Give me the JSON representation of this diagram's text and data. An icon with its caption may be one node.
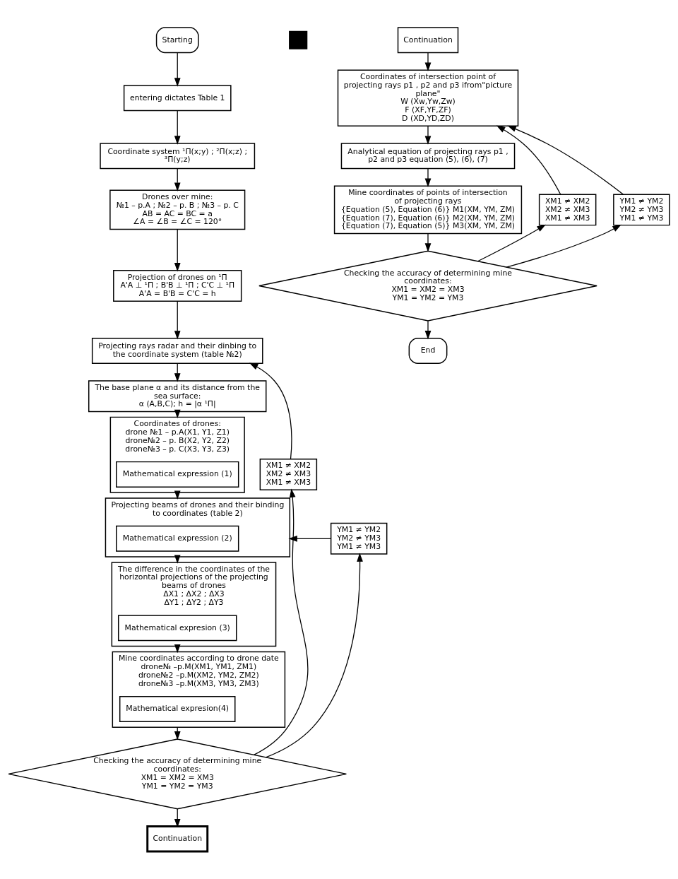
{
  "diagram": {
    "nodes": [
      {
        "text": [
          "Starting"
        ]
      },
      {
        "text": [
          "entering dictates Table 1"
        ]
      },
      {
        "text": [
          "Coordinate system ¹П(x;y) ; ²П(x;z) ; ³П(y;z)"
        ]
      },
      {
        "text": [
          "Drones over mine:",
          "№1 – p.A ; №2 – p. B ; №3 – p. C",
          "AB = AC = BC = a",
          "∠A = ∠B = ∠C = 120°"
        ]
      },
      {
        "text": [
          "Projection of drones on ¹П",
          "A'A ⊥ ¹П ; B'B ⊥ ¹П ; C'C ⊥ ¹П",
          "A'A = B'B = C'C = h"
        ]
      },
      {
        "text": [
          "Projecting rays radar and their dinbing to the coordinate system (table №2)"
        ]
      },
      {
        "text": [
          "The base plane α and its distance from the sea surface:",
          "α (A,B,C); h = |α ¹П|"
        ]
      },
      {
        "text": [
          "XM1 ≠ XM2",
          "XM2 ≠ XM3",
          "XM1 ≠ XM3"
        ]
      },
      {
        "text": [
          "Coordinates of drones:",
          "drone №1 – p.A(X1, Y1, Z1)",
          "drone№2 – p. B(X2, Y2, Z2)",
          "drone№3 – p. C(X3, Y3, Z3)"
        ]
      },
      {
        "text": [
          "Mathematical expression (1)"
        ],
        "in": 8
      },
      {
        "text": [
          "Projecting beams of drones and their binding to coordinates (table 2)"
        ]
      },
      {
        "text": [
          "Mathematical expression (2)"
        ],
        "in": 10
      },
      {
        "text": [
          "YM1 ≠ YM2",
          "YM2 ≠ YM3",
          "YM1 ≠ YM3"
        ]
      },
      {
        "text": [
          "The difference in the coordinates of the horizontal projections of the projecting beams of drones",
          "ΔX1 ; ΔX2 ; ΔX3",
          "ΔY1 ; ΔY2 ; ΔY3"
        ]
      },
      {
        "text": [
          "Mathematical expresion (3)"
        ],
        "in": 13
      },
      {
        "text": [],
        "shape": "box"
      },
      {
        "text": [
          "Mine coordinates according to drone date",
          "drone№ –p.M(XM1, YM1, ZM1)",
          "drone№2 –p.M(XM2, YM2, ZM2)",
          "drone№3 –p.M(XM3, YM3, ZM3)"
        ]
      },
      {
        "text": [
          "Mathematical expresion(4)"
        ],
        "in": 16
      },
      {
        "text": [
          "Checking the accuracy of determining mine coordinates:",
          "XM1 = XM2 = XM3",
          "YM1 = YM2 = YM3"
        ]
      },
      {
        "text": [
          "Continuation"
        ]
      },
      {
        "text": [
          "Continuation"
        ]
      },
      {
        "text": [
          "Coordinates of intersection point of projecting rays p1 , p2 and p3 ifrom\"picture plane\"",
          "W (Xw,Yw,Zw)",
          "F (XF,YF,ZF)",
          "D (XD,YD,ZD)"
        ]
      },
      {
        "text": [
          "XM1 ≠ XM2",
          "XM2 ≠ XM3",
          "XM1 ≠ XM3"
        ]
      },
      {
        "text": [
          "YM1 ≠ YM2",
          "YM2 ≠ YM3",
          "YM1 ≠ YM3"
        ]
      },
      {
        "text": [
          "Analytical equation of projecting rays p1 , p2 and p3 equation (5), (6), (7)"
        ]
      },
      {
        "text": [
          "Mine coordinates of points of intersection of projecting rays",
          "{Equation (5), Equation (6)} M1(XM, YM, ZM)",
          "{Equation (7), Equation (6)} M2(XM, YM, ZM)",
          "{Equation (7), Equation (5)} M3(XM, YM, ZM)"
        ]
      },
      {
        "text": [
          "Checking the accuracy of determining mine coordinates:",
          "XM1 = XM2 = XM3",
          "YM1 = YM2 = YM3"
        ]
      },
      {
        "text": [
          "End"
        ]
      }
    ],
    "edges": [
      {
        "from": 0,
        "to": 1,
        "arrow": "to"
      },
      {
        "from": 1,
        "to": 2,
        "arrow": "to"
      },
      {
        "from": 2,
        "to": 3,
        "arrow": "to"
      },
      {
        "from": 3,
        "to": 4,
        "arrow": "to"
      },
      {
        "from": 4,
        "to": 5,
        "arrow": "to"
      },
      {
        "from": 5,
        "to": 6,
        "arrow": "to"
      },
      {
        "from": 6,
        "to": 8,
        "arrow": "to"
      },
      {
        "from": 8,
        "to": 10,
        "arrow": "to"
      },
      {
        "from": 10,
        "to": 13,
        "arrow": "to"
      },
      {
        "from": 13,
        "to": 16,
        "arrow": "to"
      },
      {
        "from": 16,
        "to": 18,
        "arrow": "to"
      },
      {
        "from": 18,
        "to": 19,
        "arrow": "to"
      },
      {
        "from": 18,
        "to": 7,
        "arrow": "to"
      },
      {
        "from": 7,
        "to": 5,
        "arrow": "to"
      },
      {
        "from": 18,
        "to": 12,
        "arrow": "to"
      },
      {
        "from": 12,
        "to": 10,
        "arrow": "to"
      },
      {
        "from": 20,
        "to": 21,
        "arrow": "to"
      },
      {
        "from": 21,
        "to": 24,
        "arrow": "to"
      },
      {
        "from": 24,
        "to": 25,
        "arrow": "to"
      },
      {
        "from": 25,
        "to": 26,
        "arrow": "to"
      },
      {
        "from": 26,
        "to": 27,
        "arrow": "to"
      },
      {
        "from": 26,
        "to": 22,
        "arrow": "to"
      },
      {
        "from": 22,
        "to": 21,
        "arrow": "to"
      },
      {
        "from": 26,
        "to": 23,
        "arrow": "to"
      },
      {
        "from": 23,
        "to": 21,
        "arrow": "to"
      }
    ]
  }
}
